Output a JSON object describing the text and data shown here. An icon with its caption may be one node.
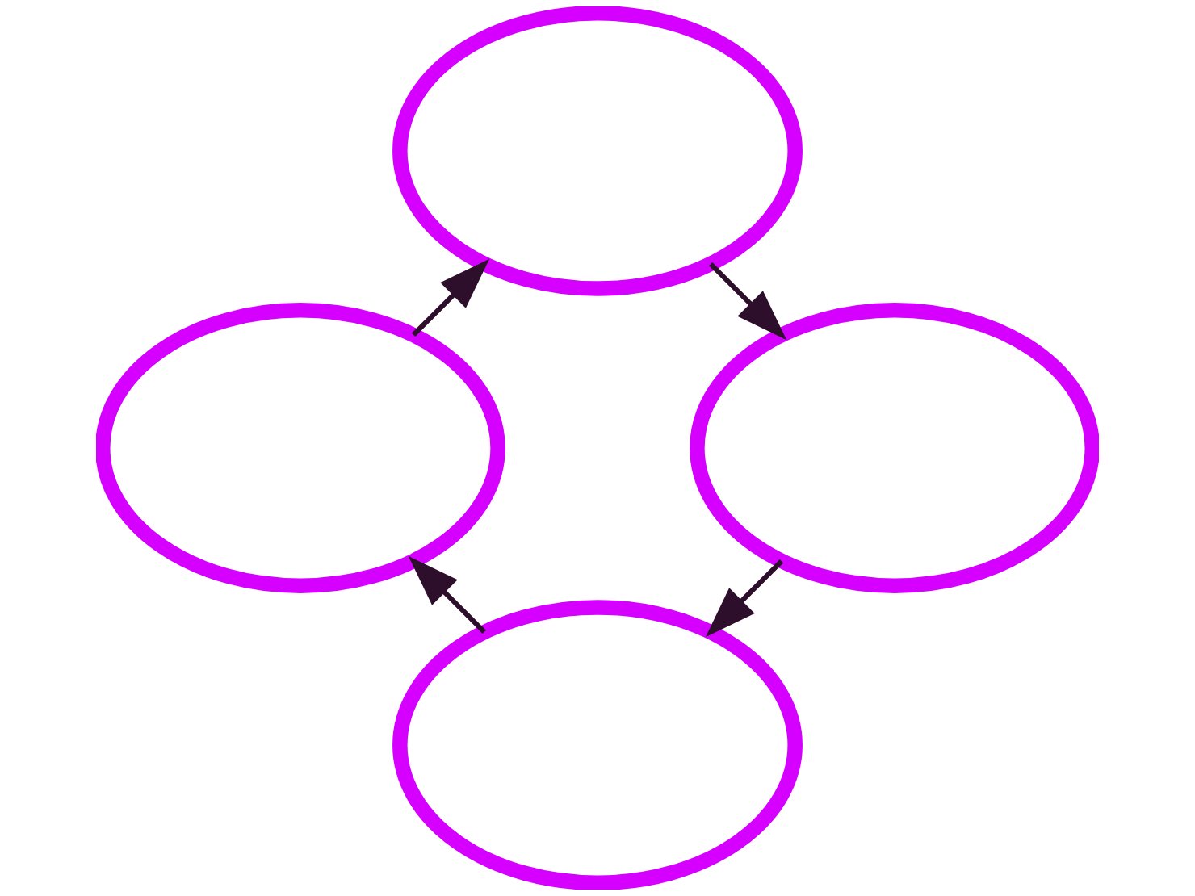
{
  "diagram": {
    "nodes": [
      {
        "text": [],
        "shape": "ellipse"
      },
      {
        "text": [],
        "shape": "ellipse"
      },
      {
        "text": [],
        "shape": "ellipse"
      },
      {
        "text": [],
        "shape": "ellipse"
      }
    ],
    "edges": [
      {
        "from": 0,
        "to": 2,
        "arrow": "to",
        "color": "#2e0f2b"
      },
      {
        "from": 2,
        "to": 3,
        "arrow": "to",
        "color": "#2e0f2b"
      },
      {
        "from": 3,
        "to": 1,
        "arrow": "to",
        "color": "#2e0f2b"
      },
      {
        "from": 1,
        "to": 0,
        "arrow": "to",
        "color": "#2e0f2b"
      }
    ]
  }
}
